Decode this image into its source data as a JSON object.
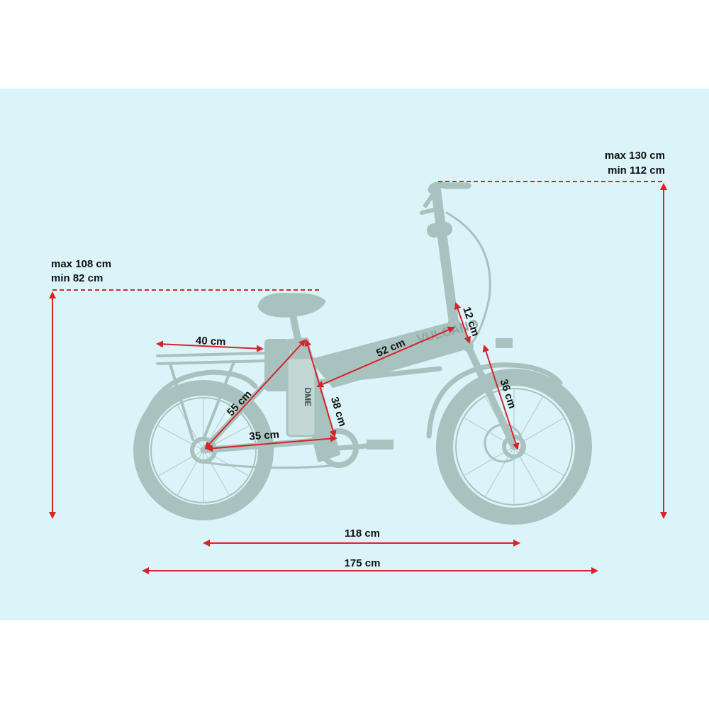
{
  "colors": {
    "background": "#ffffff",
    "panel": "#dbf4f9",
    "dimension_line": "#d9222a",
    "bike": "#a7c2bf",
    "text": "#111111"
  },
  "bike": {
    "brand_top_tube": "VULCANO",
    "brand_battery": "DME"
  },
  "dimensions": {
    "handlebar_height_max": "max 130 cm",
    "handlebar_height_min": "min 112 cm",
    "saddle_height_max": "max 108 cm",
    "saddle_height_min": "min 82 cm",
    "rack_length": "40 cm",
    "top_tube": "52 cm",
    "head_tube": "12 cm",
    "fork": "36 cm",
    "seat_stay": "55 cm",
    "seat_tube": "38 cm",
    "chain_stay": "35 cm",
    "wheelbase": "118 cm",
    "total_length": "175 cm"
  }
}
